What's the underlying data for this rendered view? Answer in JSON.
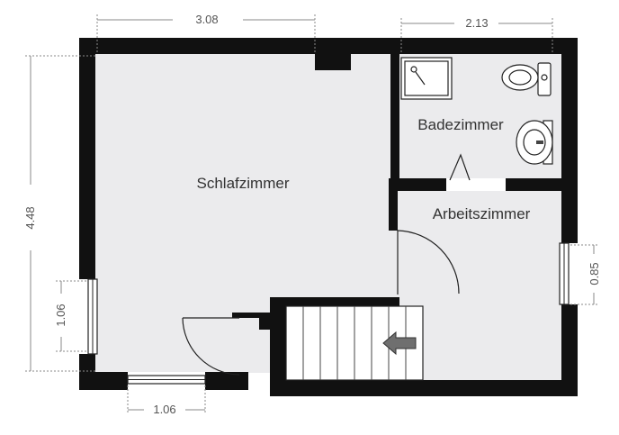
{
  "colors": {
    "wall": "#111111",
    "floor": "#ebebed",
    "dimension": "#8a8a8a",
    "stair_arrow": "#6f6f6f"
  },
  "rooms": [
    {
      "id": "schlafzimmer",
      "label": "Schlafzimmer"
    },
    {
      "id": "badezimmer",
      "label": "Badezimmer"
    },
    {
      "id": "arbeitszimmer",
      "label": "Arbeitszimmer"
    }
  ],
  "dimensions": {
    "top_bedroom": "3.08",
    "top_bath": "2.13",
    "left_height": "4.48",
    "left_window": "1.06",
    "bottom_window": "1.06",
    "right_window": "0.85"
  },
  "icons": [
    "shower-icon",
    "toilet-icon",
    "sink-icon",
    "stair-arrow-icon"
  ]
}
